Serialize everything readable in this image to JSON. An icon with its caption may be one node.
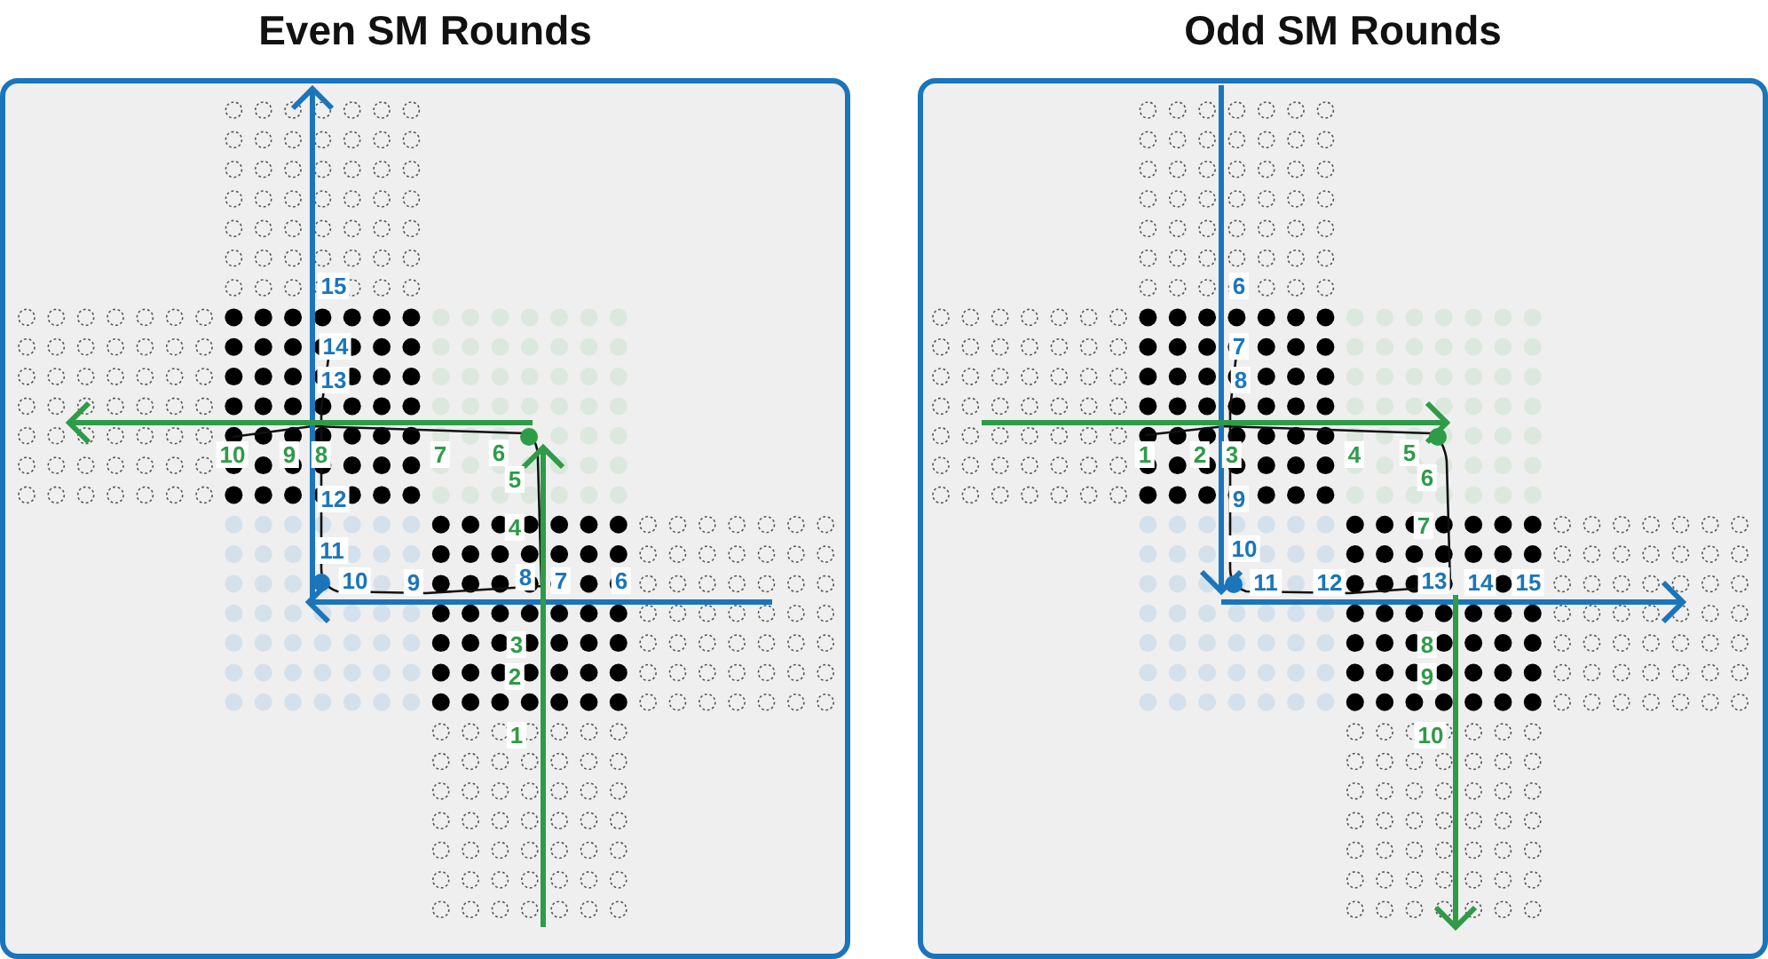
{
  "diagram": {
    "nodes": [
      {
        "text": [
          "Even SM Rounds"
        ]
      },
      {
        "text": [
          "Odd SM Rounds"
        ]
      }
    ],
    "labels": [
      "15",
      "14",
      "13",
      "10",
      "9",
      "8",
      "7",
      "6",
      "5",
      "12",
      "4",
      "11",
      "10",
      "9",
      "8",
      "7",
      "6",
      "3",
      "2",
      "1",
      "6",
      "7",
      "8",
      "1",
      "2",
      "3",
      "4",
      "5",
      "6",
      "9",
      "7",
      "10",
      "11",
      "12",
      "13",
      "14",
      "15",
      "8",
      "9",
      "10"
    ]
  }
}
